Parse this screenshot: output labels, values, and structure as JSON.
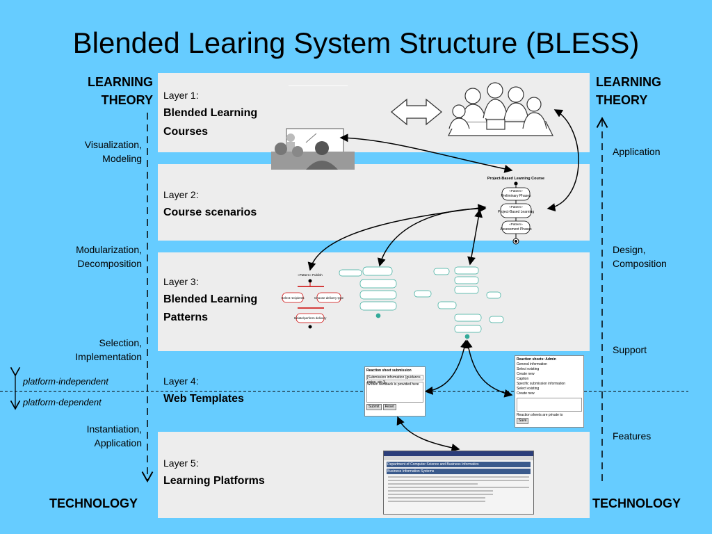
{
  "title": "Blended Learing System Structure (BLESS)",
  "left_heading": {
    "top": "LEARNING",
    "bottom": "THEORY"
  },
  "right_heading": {
    "top": "LEARNING",
    "bottom": "THEORY"
  },
  "left_footer": "TECHNOLOGY",
  "right_footer": "TECHNOLOGY",
  "left_steps": [
    {
      "line1": "Visualization,",
      "line2": "Modeling"
    },
    {
      "line1": "Modularization,",
      "line2": "Decomposition"
    },
    {
      "line1": "Selection,",
      "line2": "Implementation"
    },
    {
      "line1": "Instantiation,",
      "line2": "Application"
    }
  ],
  "right_steps": [
    {
      "line1": "Application",
      "line2": ""
    },
    {
      "line1": "Design,",
      "line2": "Composition"
    },
    {
      "line1": "Support",
      "line2": ""
    },
    {
      "line1": "Features",
      "line2": ""
    }
  ],
  "platform": {
    "independent": "platform-independent",
    "dependent": "platform-dependent"
  },
  "layers": [
    {
      "num": "Layer 1:",
      "name1": "Blended Learning",
      "name2": "Courses"
    },
    {
      "num": "Layer 2:",
      "name1": "Course scenarios",
      "name2": ""
    },
    {
      "num": "Layer 3:",
      "name1": "Blended Learning",
      "name2": "Patterns"
    },
    {
      "num": "Layer 4:",
      "name1": "Web Templates",
      "name2": ""
    },
    {
      "num": "Layer 5:",
      "name1": "Learning Platforms",
      "name2": ""
    }
  ],
  "scenario": {
    "title": "Project-Based Learning Course",
    "phases": [
      {
        "tag": "«Pattern»",
        "name": "Preliminary Phases"
      },
      {
        "tag": "«Pattern»",
        "name": "Project-Based Learning"
      },
      {
        "tag": "«Pattern»",
        "name": "Assessment Phases"
      }
    ]
  },
  "pattern_left": {
    "top": "«Pattern» Publish",
    "left": "Select recipients",
    "right": "Choose delivery type",
    "bottom": "Initiate/perform delivery"
  },
  "web_templates": {
    "reaction": {
      "title": "Reaction sheet submission",
      "field": "[Submission information (guidance, notes, etc.)]",
      "text": "Written feedback is provided here",
      "submit": "Submit",
      "reset": "Reset"
    },
    "admin": {
      "title": "Reaction sheets: Admin",
      "general": "General information",
      "select_existing": "Select existing",
      "create_new": "Create new",
      "caption": "Caption",
      "specific": "Specific submission information",
      "private": "Reaction sheets are private to",
      "save": "Save"
    }
  },
  "platform_window": {
    "dept": "Department of Computer Science and Business Informatics",
    "group": "Business Information Systems"
  }
}
